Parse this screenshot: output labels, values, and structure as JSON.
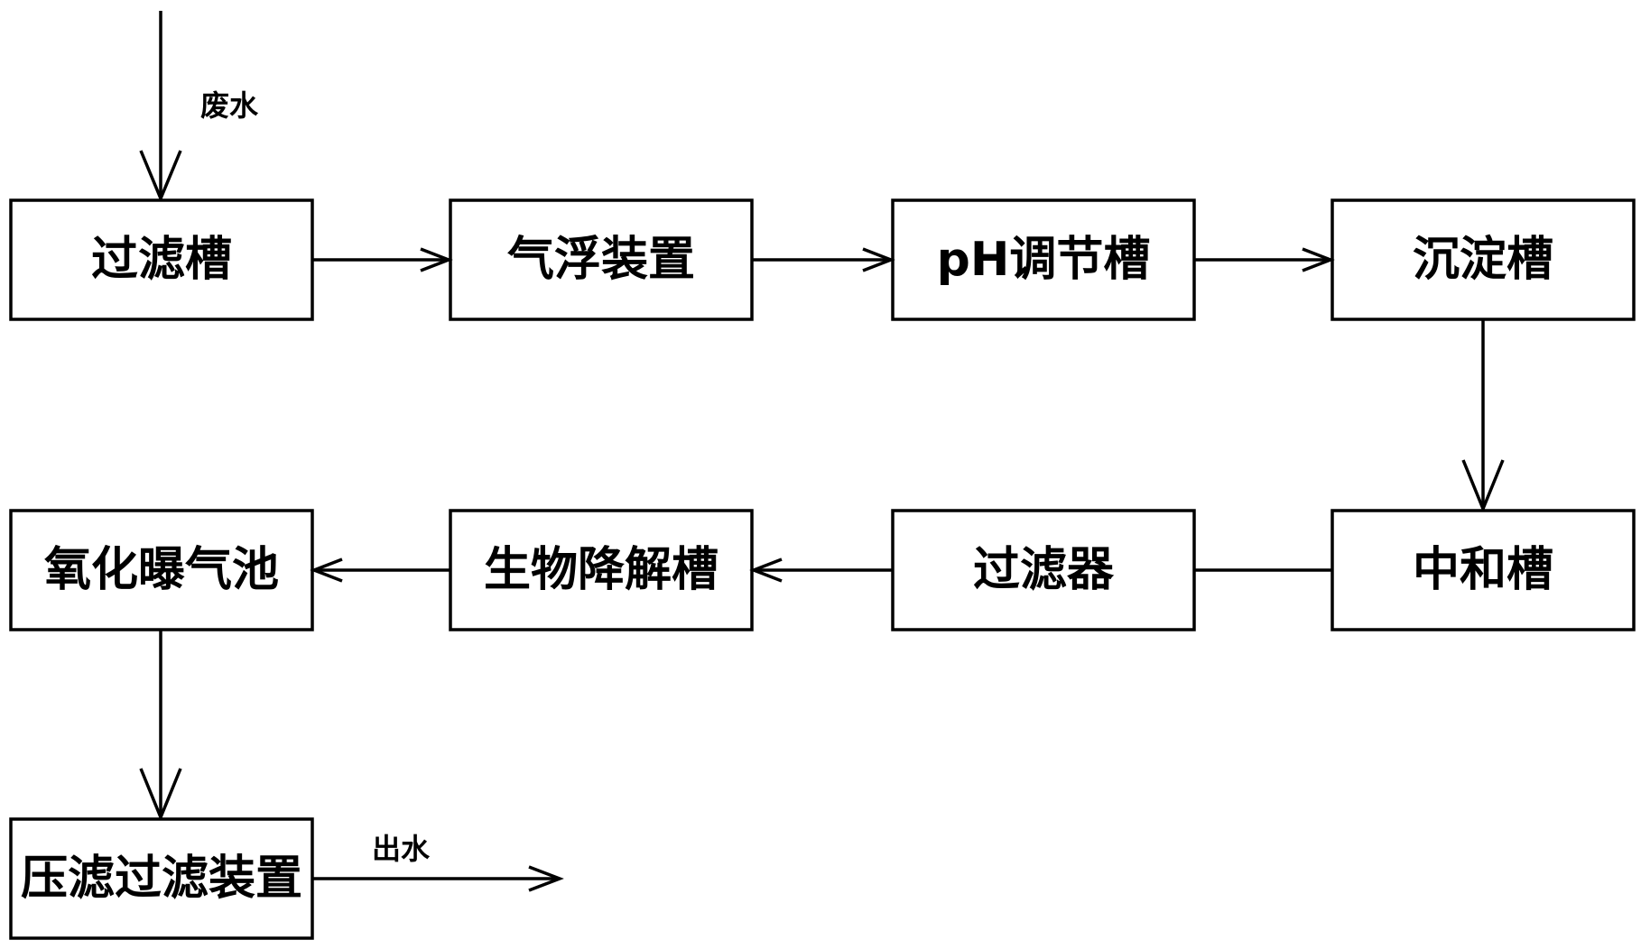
{
  "diagram": {
    "input_label": "废水",
    "output_label": "出水",
    "nodes": [
      {
        "id": "filter-tank",
        "label": "过滤槽"
      },
      {
        "id": "air-flotation",
        "label": "气浮装置"
      },
      {
        "id": "ph-tank",
        "label": "pH调节槽"
      },
      {
        "id": "sedimentation-tank",
        "label": "沉淀槽"
      },
      {
        "id": "neutralization-tank",
        "label": "中和槽"
      },
      {
        "id": "filter",
        "label": "过滤器"
      },
      {
        "id": "bio-degradation-tank",
        "label": "生物降解槽"
      },
      {
        "id": "oxidation-aeration-pool",
        "label": "氧化曝气池"
      },
      {
        "id": "press-filter",
        "label": "压滤过滤装置"
      }
    ],
    "edges": [
      {
        "from": "input",
        "to": "filter-tank",
        "label": "废水"
      },
      {
        "from": "filter-tank",
        "to": "air-flotation"
      },
      {
        "from": "air-flotation",
        "to": "ph-tank"
      },
      {
        "from": "ph-tank",
        "to": "sedimentation-tank"
      },
      {
        "from": "sedimentation-tank",
        "to": "neutralization-tank"
      },
      {
        "from": "neutralization-tank",
        "to": "filter"
      },
      {
        "from": "filter",
        "to": "bio-degradation-tank"
      },
      {
        "from": "bio-degradation-tank",
        "to": "oxidation-aeration-pool"
      },
      {
        "from": "oxidation-aeration-pool",
        "to": "press-filter"
      },
      {
        "from": "press-filter",
        "to": "output",
        "label": "出水"
      }
    ]
  }
}
